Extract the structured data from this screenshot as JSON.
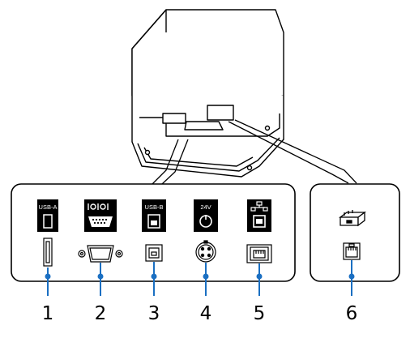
{
  "ports": [
    {
      "number": "1",
      "badge": "USB-A",
      "icon": "usb-a-icon",
      "connector": "usb-a-port"
    },
    {
      "number": "2",
      "badge": "",
      "icon": "serial-ioioi-icon",
      "connector": "serial-db9-port"
    },
    {
      "number": "3",
      "badge": "USB-B",
      "icon": "usb-b-icon",
      "connector": "usb-b-port"
    },
    {
      "number": "4",
      "badge": "24V",
      "icon": "power-dc-icon",
      "connector": "power-24v-port"
    },
    {
      "number": "5",
      "badge": "",
      "icon": "network-lan-icon",
      "connector": "ethernet-rj45-port"
    },
    {
      "number": "6",
      "badge": "",
      "icon": "cash-drawer-icon",
      "connector": "drawer-kick-port"
    }
  ],
  "colors": {
    "outline": "#000000",
    "badge": "#000000",
    "leader": "#1a6fc2",
    "background": "#ffffff"
  }
}
